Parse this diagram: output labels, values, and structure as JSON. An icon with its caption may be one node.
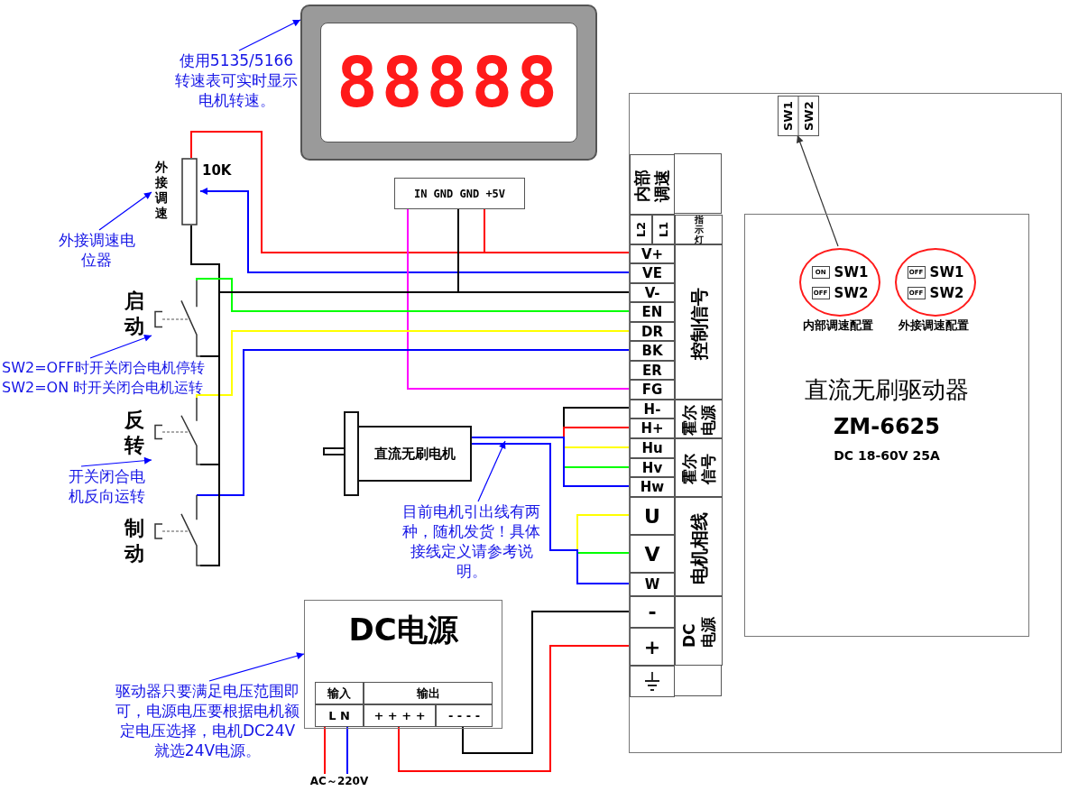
{
  "diagram": {
    "nodes": [
      {
        "text": [
          "88888"
        ]
      },
      {
        "text": [
          "使用5135/5166转速表可实时显示电机转速。"
        ]
      },
      {
        "text": [
          "IN GND GND +5V"
        ]
      },
      {
        "text": [
          "外接调速"
        ],
        "beside": [
          "10K"
        ]
      },
      {
        "text": [
          "外接调速电位器"
        ]
      },
      {
        "text": [],
        "shape": "switch",
        "beside": [
          "启动"
        ]
      },
      {
        "text": [
          "SW2=OFF时开关闭合电机停转",
          "SW2=ON 时开关闭合电机运转"
        ]
      },
      {
        "text": [],
        "shape": "switch",
        "beside": [
          "反转"
        ]
      },
      {
        "text": [
          "开关闭合电机反向运转"
        ]
      },
      {
        "text": [],
        "shape": "switch",
        "beside": [
          "制动"
        ]
      },
      {
        "text": [],
        "shape": "box"
      },
      {
        "text": [
          "SW1",
          "SW2"
        ],
        "in": 10
      },
      {
        "text": [
          "内部调速"
        ],
        "in": 10
      },
      {
        "text": [
          "L2"
        ],
        "in": 10
      },
      {
        "text": [
          "L1"
        ],
        "in": 10
      },
      {
        "text": [
          "指示灯"
        ],
        "in": 10
      },
      {
        "text": [
          "V+"
        ],
        "in": 10
      },
      {
        "text": [
          "VE"
        ],
        "in": 10
      },
      {
        "text": [
          "V-"
        ],
        "in": 10
      },
      {
        "text": [
          "EN"
        ],
        "in": 10
      },
      {
        "text": [
          "DR"
        ],
        "in": 10
      },
      {
        "text": [
          "BK"
        ],
        "in": 10
      },
      {
        "text": [
          "ER"
        ],
        "in": 10
      },
      {
        "text": [
          "FG"
        ],
        "in": 10
      },
      {
        "text": [
          "控制信号"
        ],
        "in": 10
      },
      {
        "text": [
          "H-"
        ],
        "in": 10
      },
      {
        "text": [
          "H+"
        ],
        "in": 10
      },
      {
        "text": [
          "霍尔电源"
        ],
        "in": 10
      },
      {
        "text": [
          "Hu"
        ],
        "in": 10
      },
      {
        "text": [
          "Hv"
        ],
        "in": 10
      },
      {
        "text": [
          "Hw"
        ],
        "in": 10
      },
      {
        "text": [
          "霍尔信号"
        ],
        "in": 10
      },
      {
        "text": [
          "U"
        ],
        "in": 10
      },
      {
        "text": [
          "V"
        ],
        "in": 10
      },
      {
        "text": [
          "W"
        ],
        "in": 10
      },
      {
        "text": [
          "电机相线"
        ],
        "in": 10
      },
      {
        "text": [
          "-"
        ],
        "in": 10
      },
      {
        "text": [
          "+"
        ],
        "in": 10
      },
      {
        "text": [
          "DC电源"
        ],
        "in": 10
      },
      {
        "text": [],
        "shape": "ground",
        "in": 10
      },
      {
        "text": [
          "直流无刷驱动器",
          "ZM-6625",
          "DC 18-60V 25A"
        ],
        "in": 10
      },
      {
        "text": [
          "ON",
          "SW1",
          "OFF",
          "SW2"
        ],
        "in": 40,
        "beside": [
          "内部调速配置"
        ]
      },
      {
        "text": [
          "OFF",
          "SW1",
          "OFF",
          "SW2"
        ],
        "in": 40,
        "beside": [
          "外接调速配置"
        ]
      },
      {
        "text": [
          "直流无刷电机"
        ]
      },
      {
        "text": [
          "目前电机引出线有两种，随机发货！具体接线定义请参考说明。"
        ]
      },
      {
        "text": [
          "DC电源"
        ]
      },
      {
        "text": [
          "输入"
        ],
        "in": 45
      },
      {
        "text": [
          "输出"
        ],
        "in": 45
      },
      {
        "text": [
          "L N"
        ],
        "in": 45
      },
      {
        "text": [
          "+ + + +"
        ],
        "in": 45
      },
      {
        "text": [
          "- - - -"
        ],
        "in": 45
      },
      {
        "text": [
          "驱动器只要满足电压范围即可，电源电压要根据电机额定电压选择，电机DC24V就选24V电源。"
        ]
      },
      {
        "text": [
          "AC～220V"
        ]
      }
    ],
    "edges": [
      {
        "from": 1,
        "to": 0,
        "arrow": "to",
        "color": "#0000ff"
      },
      {
        "from": 4,
        "to": 3,
        "arrow": "to",
        "color": "#0000ff"
      },
      {
        "from": 6,
        "to": 5,
        "arrow": "to",
        "color": "#0000ff"
      },
      {
        "from": 8,
        "to": 7,
        "arrow": "to",
        "color": "#0000ff"
      },
      {
        "from": 44,
        "to": null,
        "arrow": "to",
        "color": "#0000ff"
      },
      {
        "from": 51,
        "to": 45,
        "arrow": "to",
        "color": "#0000ff"
      },
      {
        "from": 41,
        "to": 11,
        "arrow": "to",
        "color": "#333333"
      },
      {
        "from": 3,
        "to": 16,
        "arrow": "none",
        "color": "#ff0000"
      },
      {
        "from": 17,
        "to": 3,
        "arrow": "to",
        "color": "#0000ff"
      },
      {
        "from": 3,
        "to": 18,
        "arrow": "none",
        "color": "#000000"
      },
      {
        "from": 2,
        "to": 16,
        "arrow": "none",
        "color": "#ff0000"
      },
      {
        "from": 2,
        "to": 18,
        "arrow": "none",
        "color": "#000000"
      },
      {
        "from": 2,
        "to": 23,
        "arrow": "none",
        "color": "#ff00ff"
      },
      {
        "from": 5,
        "to": 19,
        "arrow": "none",
        "color": "#00ff00"
      },
      {
        "from": 5,
        "to": 18,
        "arrow": "none",
        "color": "#000000"
      },
      {
        "from": 7,
        "to": 20,
        "arrow": "none",
        "color": "#ffff00"
      },
      {
        "from": 7,
        "to": 18,
        "arrow": "none",
        "color": "#000000"
      },
      {
        "from": 9,
        "to": 21,
        "arrow": "none",
        "color": "#0000ff"
      },
      {
        "from": 9,
        "to": 18,
        "arrow": "none",
        "color": "#000000"
      },
      {
        "from": 43,
        "to": 25,
        "arrow": "none",
        "color": "#000000"
      },
      {
        "from": 43,
        "to": 26,
        "arrow": "none",
        "color": "#ff0000"
      },
      {
        "from": 43,
        "to": 28,
        "arrow": "none",
        "color": "#ffff00"
      },
      {
        "from": 43,
        "to": 29,
        "arrow": "none",
        "color": "#00ff00"
      },
      {
        "from": 43,
        "to": 30,
        "arrow": "none",
        "color": "#0000ff"
      },
      {
        "from": 43,
        "to": 32,
        "arrow": "none",
        "color": "#ffff00"
      },
      {
        "from": 43,
        "to": 33,
        "arrow": "none",
        "color": "#00ff00"
      },
      {
        "from": 43,
        "to": 34,
        "arrow": "none",
        "color": "#0000ff"
      },
      {
        "from": 50,
        "to": 36,
        "arrow": "none",
        "color": "#000000"
      },
      {
        "from": 49,
        "to": 37,
        "arrow": "none",
        "color": "#ff0000"
      },
      {
        "from": 48,
        "to": 52,
        "arrow": "none",
        "color": "#ff0000"
      },
      {
        "from": 48,
        "to": 52,
        "arrow": "none",
        "color": "#0000ff"
      }
    ]
  }
}
